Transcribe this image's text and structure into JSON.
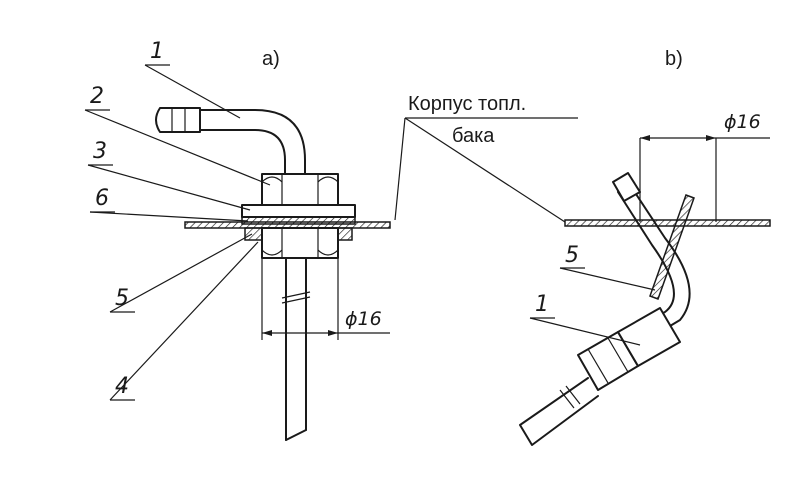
{
  "view_a": {
    "label": "a)"
  },
  "view_b": {
    "label": "b)"
  },
  "tank_label": {
    "line1": "Корпус топл.",
    "line2": "бака"
  },
  "dimension": "ϕ16",
  "callouts_a": [
    "1",
    "2",
    "3",
    "6",
    "5",
    "4"
  ],
  "callouts_b": [
    "5",
    "1"
  ],
  "colors": {
    "ink": "#1a1a1a",
    "paper": "#ffffff"
  }
}
